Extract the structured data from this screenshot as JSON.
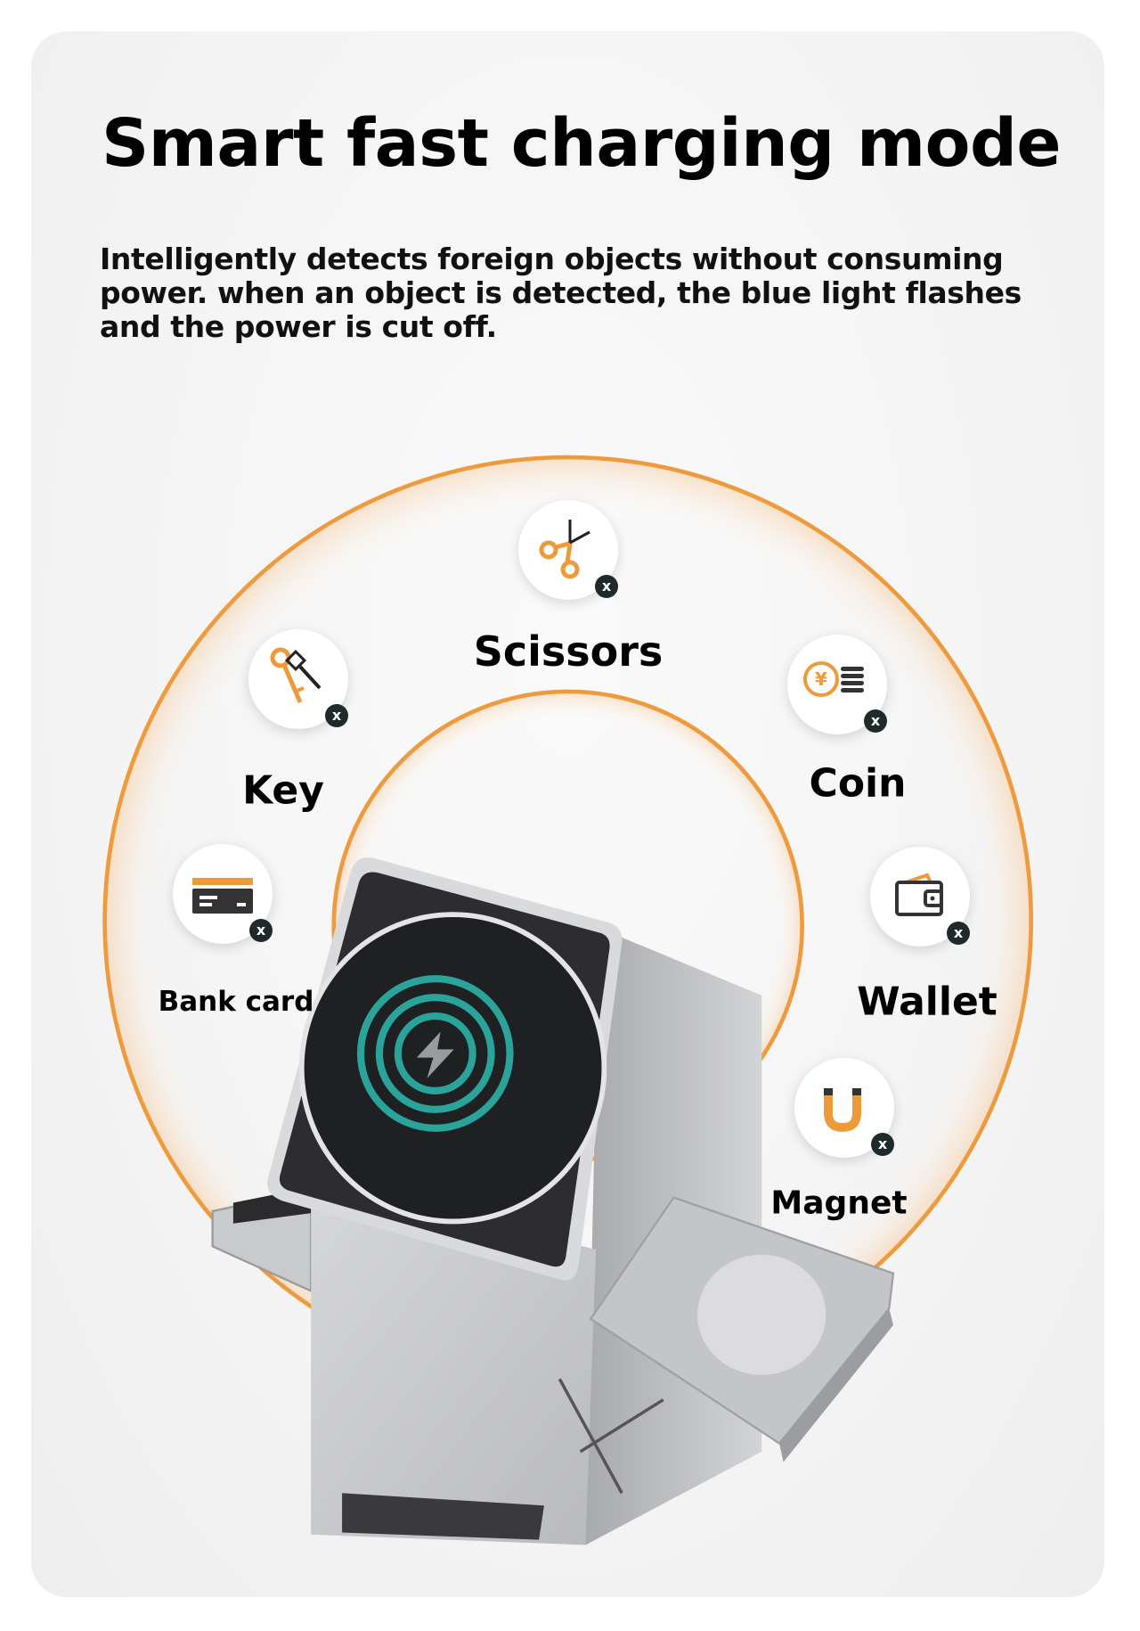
{
  "title": "Smart fast charging mode",
  "description": "Intelligently detects foreign objects without consuming power. when an object is detected, the blue light flashes and the power is cut off.",
  "objects": [
    {
      "label": "Scissors",
      "icon": "scissors-icon"
    },
    {
      "label": "Key",
      "icon": "key-icon"
    },
    {
      "label": "Coin",
      "icon": "coin-icon"
    },
    {
      "label": "Bank card",
      "icon": "bank-card-icon"
    },
    {
      "label": "Wallet",
      "icon": "wallet-icon"
    },
    {
      "label": "Magnet",
      "icon": "magnet-icon"
    }
  ],
  "badge_symbol": "x",
  "colors": {
    "accent": "#f0922e",
    "ring": "#2aa39a",
    "badge": "#1f2a2a"
  }
}
